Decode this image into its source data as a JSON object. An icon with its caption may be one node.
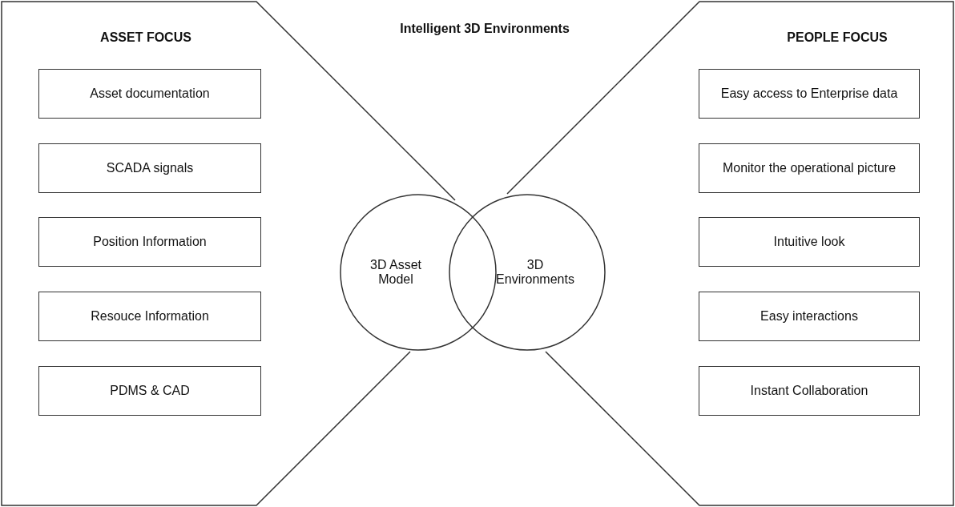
{
  "diagram": {
    "title": "Intelligent 3D Environments",
    "nodes": [
      {
        "text": [
          "ASSET FOCUS"
        ]
      },
      {
        "text": [
          "Asset documentation"
        ],
        "in": 0
      },
      {
        "text": [
          "SCADA signals"
        ],
        "in": 0
      },
      {
        "text": [
          "Position Information"
        ],
        "in": 0
      },
      {
        "text": [
          "Resouce Information"
        ],
        "in": 0
      },
      {
        "text": [
          "PDMS & CAD"
        ],
        "in": 0
      },
      {
        "text": [
          "3D Asset Model"
        ]
      },
      {
        "text": [
          "3D Environments"
        ]
      },
      {
        "text": [
          "PEOPLE FOCUS"
        ]
      },
      {
        "text": [
          "Easy access to Enterprise data"
        ],
        "in": 8
      },
      {
        "text": [
          "Monitor the operational picture"
        ],
        "in": 8
      },
      {
        "text": [
          "Intuitive look"
        ],
        "in": 8
      },
      {
        "text": [
          "Easy interactions"
        ],
        "in": 8
      },
      {
        "text": [
          "Instant Collaboration"
        ],
        "in": 8
      }
    ],
    "edges": []
  }
}
